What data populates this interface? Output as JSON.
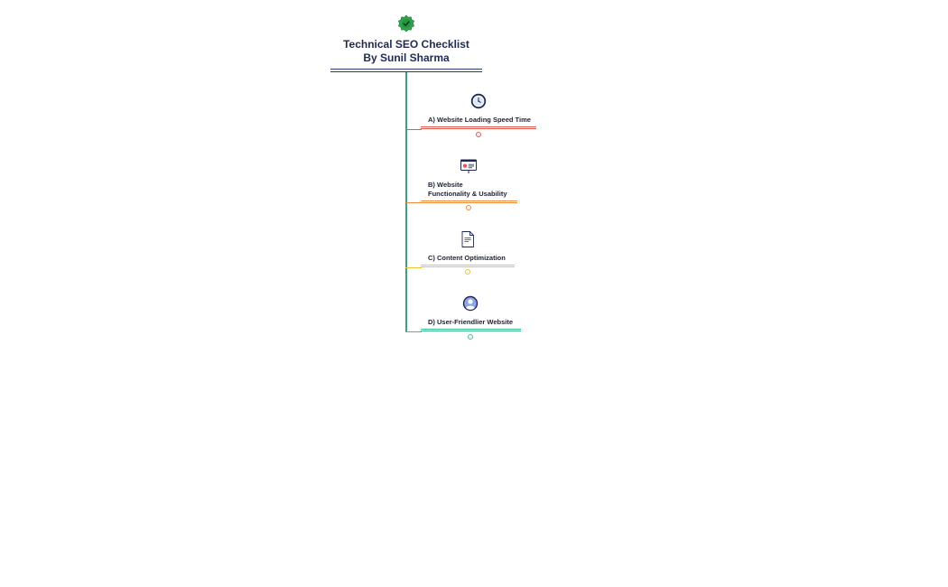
{
  "root": {
    "title_line1": "Technical SEO Checklist",
    "title_line2": "By Sunil Sharma",
    "icon": "verified-badge-icon",
    "color": "#1f2a52",
    "badge_color": "#2ea84f"
  },
  "trunk_color": "#3aa37a",
  "nodes": [
    {
      "label_line1": "A) Website Loading Speed Time",
      "label_line2": "",
      "icon": "clock-icon",
      "color": "#e05a4f"
    },
    {
      "label_line1": "B)  Website",
      "label_line2": "Functionality & Usability",
      "icon": "presentation-board-icon",
      "color": "#ee8a3c"
    },
    {
      "label_line1": "C) Content Optimization",
      "label_line2": "",
      "icon": "document-icon",
      "color": "#f2c531"
    },
    {
      "label_line1": "D) User-Friendlier Website",
      "label_line2": "",
      "icon": "user-profile-icon",
      "color": "#3fbf92"
    }
  ]
}
